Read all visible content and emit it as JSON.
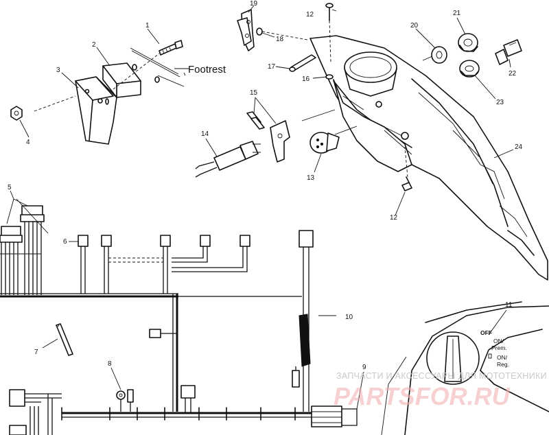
{
  "callouts": {
    "c1": "1",
    "c2": "2",
    "c3": "3",
    "c4": "4",
    "c5": "5",
    "c6": "6",
    "c7": "7",
    "c8": "8",
    "c9": "9",
    "c10": "10",
    "c11": "11",
    "c12a": "12",
    "c12b": "12",
    "c13": "13",
    "c14": "14",
    "c15": "15",
    "c16": "16",
    "c17": "17",
    "c18": "18",
    "c19": "19",
    "c20": "20",
    "c21": "21",
    "c22": "22",
    "c23": "23",
    "c24": "24"
  },
  "labels": {
    "footrest": "Footrest",
    "switch_off": "OFF",
    "switch_on_prem_1": "ON/",
    "switch_on_prem_2": "Prem.",
    "switch_on_reg_1": "ON/",
    "switch_on_reg_2": "Reg."
  },
  "watermark": {
    "tagline": "ЗАПЧАСТИ И АКСЕССУАРЫ ДЛЯ МОТОТЕХНИКИ",
    "brand": "PARTSFOR.RU",
    "color": "#e06060"
  }
}
